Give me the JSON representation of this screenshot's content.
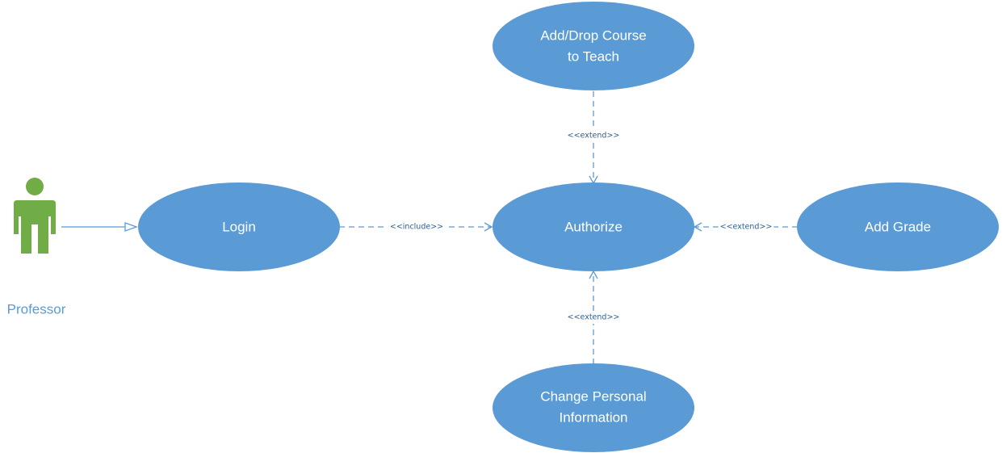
{
  "colors": {
    "usecase_fill": "#5b9bd5",
    "actor_fill": "#70ad47",
    "connector": "#5b9bd5",
    "stereotype_text": "#2e5f8f",
    "actor_label": "#5b9bd5"
  },
  "actor": {
    "label": "Professor",
    "icon": "stick-figure-icon"
  },
  "use_cases": {
    "login": {
      "label": "Login"
    },
    "authorize": {
      "label": "Authorize"
    },
    "add_drop_course": {
      "lines": [
        "Add/Drop Course",
        "to Teach"
      ]
    },
    "add_grade": {
      "label": "Add Grade"
    },
    "change_info": {
      "lines": [
        "Change Personal",
        "Information"
      ]
    }
  },
  "relations": {
    "include": "<<include>>",
    "extend_top": "<<extend>>",
    "extend_right": "<<extend>>",
    "extend_bottom": "<<extend>>"
  }
}
